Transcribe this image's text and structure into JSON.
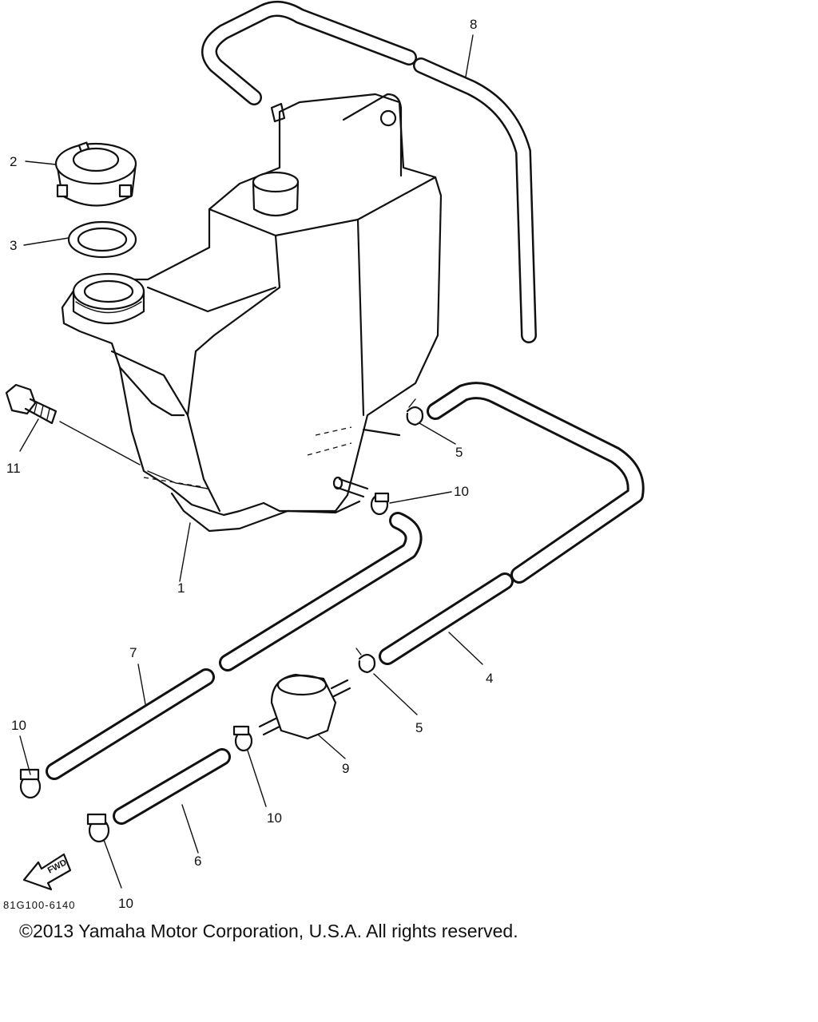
{
  "diagram": {
    "part_number": "81G100-6140",
    "direction_badge": "FWD",
    "callouts": [
      {
        "id": "1",
        "label": "1"
      },
      {
        "id": "2",
        "label": "2"
      },
      {
        "id": "3",
        "label": "3"
      },
      {
        "id": "4",
        "label": "4"
      },
      {
        "id": "5a",
        "label": "5"
      },
      {
        "id": "5b",
        "label": "5"
      },
      {
        "id": "6",
        "label": "6"
      },
      {
        "id": "7",
        "label": "7"
      },
      {
        "id": "8",
        "label": "8"
      },
      {
        "id": "9",
        "label": "9"
      },
      {
        "id": "10a",
        "label": "10"
      },
      {
        "id": "10b",
        "label": "10"
      },
      {
        "id": "10c",
        "label": "10"
      },
      {
        "id": "10d",
        "label": "10"
      },
      {
        "id": "11",
        "label": "11"
      }
    ]
  },
  "footer": {
    "copyright": "©2013 Yamaha Motor Corporation, U.S.A. All rights reserved."
  }
}
